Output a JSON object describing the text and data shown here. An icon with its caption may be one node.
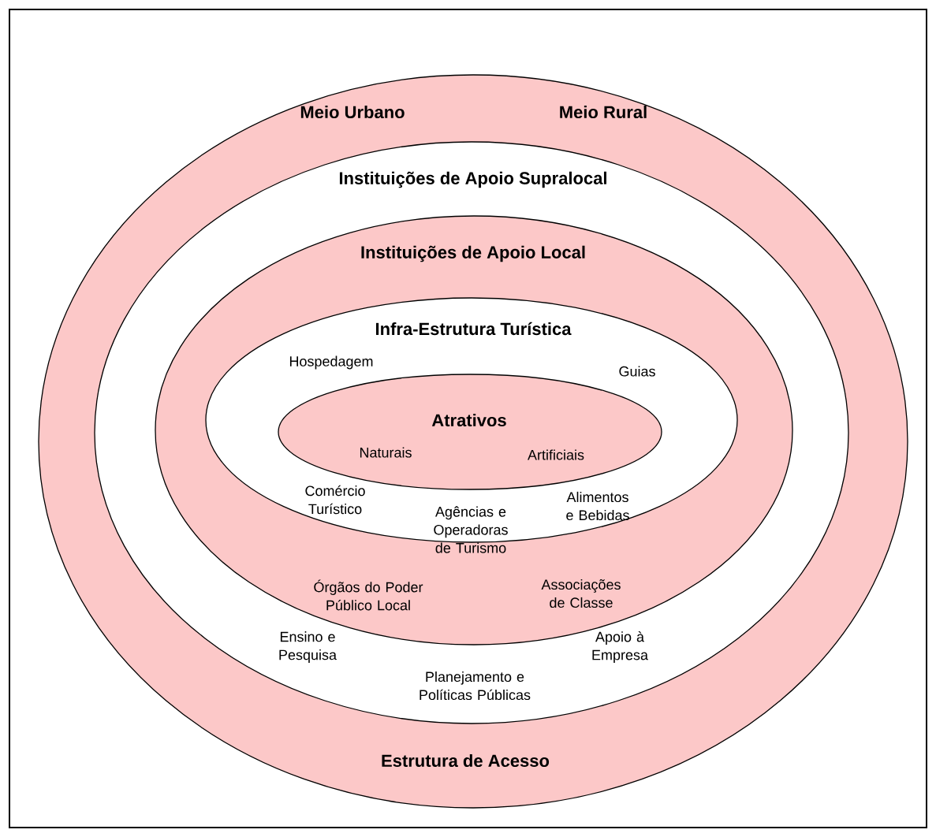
{
  "diagram": {
    "nodes": [
      {
        "text": [
          "Meio Urbano",
          "Meio Rural",
          "Estrutura de Acesso"
        ]
      },
      {
        "text": [
          "Instituições de Apoio Supralocal",
          "Ensino e Pesquisa",
          "Planejamento e Políticas Públicas",
          "Apoio à Empresa"
        ],
        "in": 0
      },
      {
        "text": [
          "Instituições de Apoio Local",
          "Órgãos do Poder Público Local",
          "Associações de Classe"
        ],
        "in": 1
      },
      {
        "text": [
          "Infra-Estrutura Turística",
          "Hospedagem",
          "Guias",
          "Comércio Turístico",
          "Agências e Operadoras de Turismo",
          "Alimentos e Bebidas"
        ],
        "in": 2
      },
      {
        "text": [
          "Atrativos",
          "Naturais",
          "Artificiais"
        ],
        "in": 3
      }
    ]
  }
}
